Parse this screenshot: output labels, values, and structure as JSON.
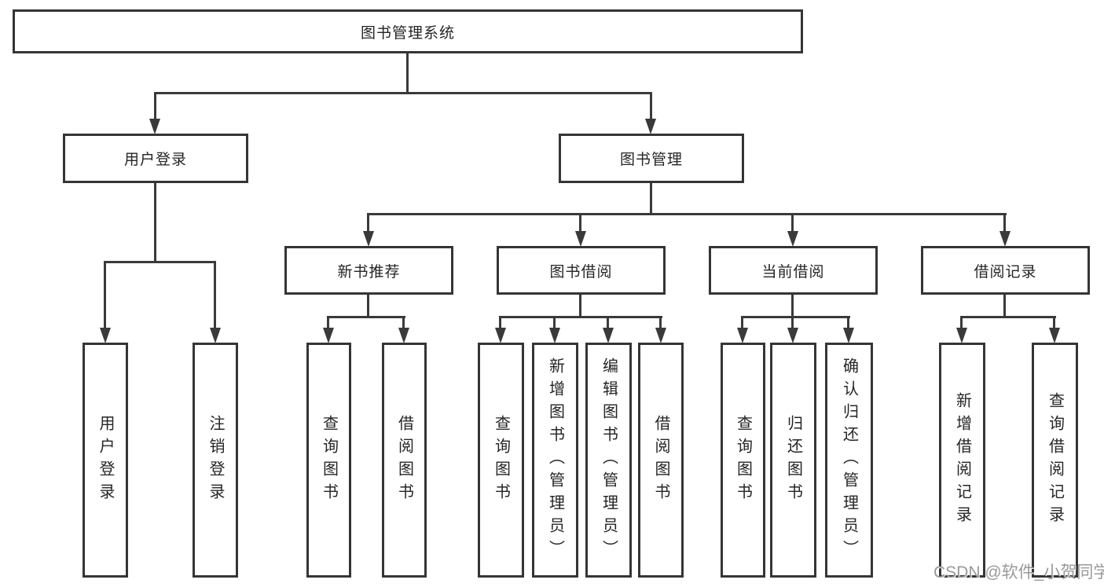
{
  "diagram": {
    "title": "图书管理系统",
    "nodes": {
      "root": "图书管理系统",
      "user_login": "用户登录",
      "book_management": "图书管理",
      "new_book_recommend": "新书推荐",
      "book_borrowing": "图书借阅",
      "current_borrowing": "当前借阅",
      "borrowing_records": "借阅记录",
      "leaf_user_login": "用户登录",
      "leaf_logout": "注销登录",
      "leaf_rec_query_books": "查询图书",
      "leaf_rec_borrow_books": "借阅图书",
      "leaf_bb_query_books": "查询图书",
      "leaf_bb_add_books": "新增图书（管理员）",
      "leaf_bb_edit_books": "编辑图书（管理员）",
      "leaf_bb_borrow_books": "借阅图书",
      "leaf_cb_query_books": "查询图书",
      "leaf_cb_return_books": "归还图书",
      "leaf_cb_confirm_return": "确认归还（管理员）",
      "leaf_br_add_record": "新增借阅记录",
      "leaf_br_query_record": "查询借阅记录"
    },
    "watermark": "CSDN @软件_小贺同学",
    "colors": {
      "line": "#3a3a3a",
      "border": "#353535",
      "text": "#252525",
      "watermark": "#999999",
      "background": "#ffffff"
    }
  }
}
